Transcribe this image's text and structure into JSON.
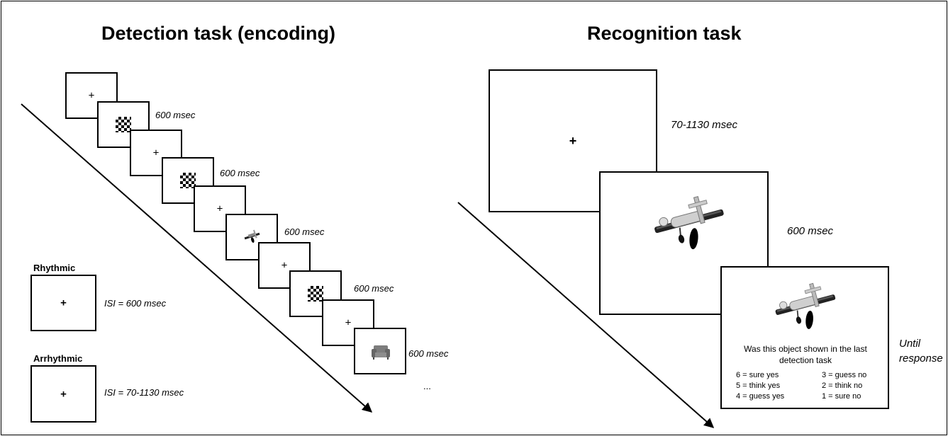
{
  "left": {
    "title": "Detection task (encoding)",
    "durations": [
      "600 msec",
      "600 msec",
      "600 msec",
      "600 msec",
      "600 msec"
    ],
    "ellipsis": "...",
    "rhythmic": {
      "heading": "Rhythmic",
      "isi": "ISI = 600 msec"
    },
    "arrhythmic": {
      "heading": "Arrhythmic",
      "isi": "ISI = 70-1130 msec"
    }
  },
  "right": {
    "title": "Recognition task",
    "fixation_duration": "70-1130 msec",
    "object_duration": "600 msec",
    "response_duration_line1": "Until",
    "response_duration_line2": "response",
    "question": "Was this object shown in the last detection task",
    "scale_left": [
      "6 = sure yes",
      "5 = think yes",
      "4 = guess yes"
    ],
    "scale_right": [
      "3 = guess no",
      "2 = think no",
      "1 = sure no"
    ]
  },
  "fixation_symbol": "+",
  "icons": {
    "airplane": "airplane-icon",
    "armchair": "armchair-icon",
    "checkerboard": "checkerboard-icon"
  }
}
